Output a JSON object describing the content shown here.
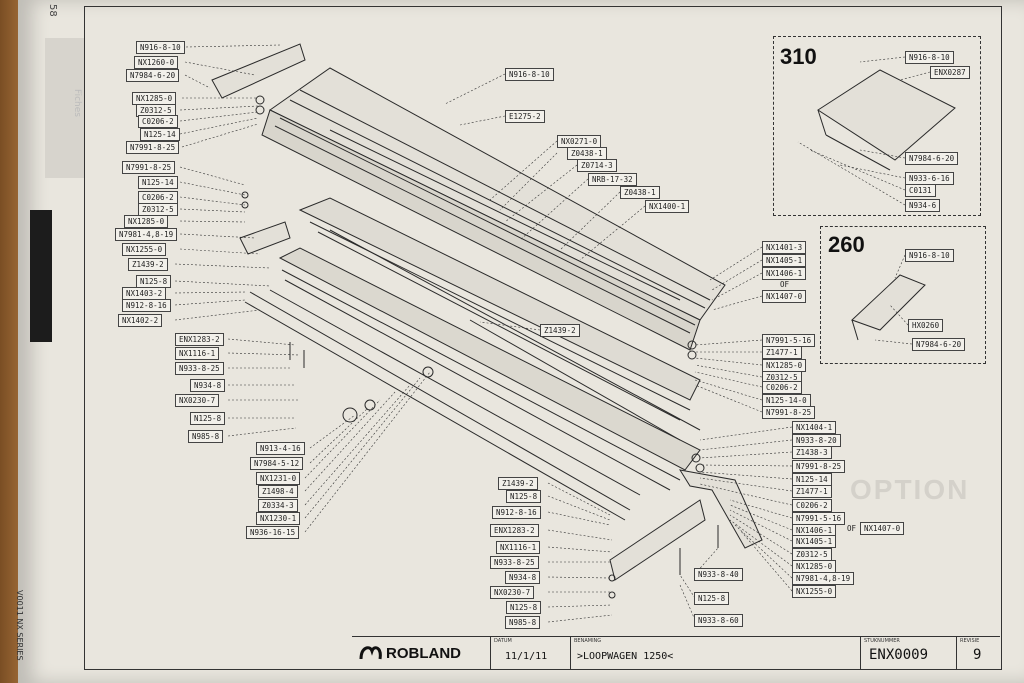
{
  "page": {
    "number": "58",
    "tab_text": "Fiches",
    "side_text": "V0011 NX SERIES"
  },
  "inset_boxes": [
    {
      "number": "310",
      "labels": [
        "N916-8-10",
        "ENX0287",
        "N7984-6-20",
        "N933-6-16",
        "C0131",
        "N934-6"
      ]
    },
    {
      "number": "260",
      "labels": [
        "N916-8-10",
        "HX0260",
        "N7984-6-20"
      ]
    }
  ],
  "labels_left": [
    "N916-8-10",
    "NX1260-0",
    "N7984-6-20",
    "NX1285-0",
    "Z0312-5",
    "C0206-2",
    "N125-14",
    "N7991-8-25",
    "N7991-8-25",
    "N125-14",
    "C0206-2",
    "Z0312-5",
    "NX1285-0",
    "N7981-4,8-19",
    "NX1255-0",
    "Z1439-2",
    "N125-8",
    "NX1403-2",
    "N912-8-16",
    "NX1402-2"
  ],
  "labels_center_top": [
    "N916-8-10",
    "E1275-2",
    "NX0271-0",
    "Z0438-1",
    "Z0714-3",
    "NRB-17-32",
    "Z0438-1",
    "NX1400-1"
  ],
  "labels_left_lower": [
    "ENX1283-2",
    "NX1116-1",
    "N933-8-25",
    "N934-8",
    "NX0230-7",
    "N125-8",
    "N985-8"
  ],
  "labels_center_low": [
    "N913-4-16",
    "N7984-5-12",
    "NX1231-0",
    "Z1498-4",
    "Z0334-3",
    "NX1230-1",
    "N936-16-15"
  ],
  "labels_mid": [
    "Z1439-2"
  ],
  "labels_bottom_center": [
    "Z1439-2",
    "N125-8",
    "N912-8-16",
    "ENX1283-2",
    "NX1116-1",
    "N933-8-25",
    "N934-8",
    "NX0230-7",
    "N125-8",
    "N985-8"
  ],
  "labels_right_top": [
    "NX1401-3",
    "NX1405-1",
    "NX1406-1",
    "OF",
    "NX1407-0"
  ],
  "labels_right_mid": [
    "N7991-5-16",
    "Z1477-1",
    "NX1285-0",
    "Z0312-5",
    "C0206-2",
    "N125-14-0",
    "N7991-8-25"
  ],
  "labels_right_low": [
    "NX1404-1",
    "N933-8-20",
    "Z1438-3",
    "N7991-8-25",
    "N125-14",
    "Z1477-1",
    "C0206-2",
    "N7991-5-16",
    "NX1406-1",
    "NX1405-1",
    "Z0312-5",
    "NX1285-0",
    "N7981-4,8-19",
    "NX1255-0"
  ],
  "or_text": "OF",
  "or_label": "NX1407-0",
  "labels_bottom_right": [
    "N933-8-40",
    "N125-8",
    "N933-8-60"
  ],
  "option_text": "OPTION",
  "title_block": {
    "logo": "ROBLAND",
    "datum_label": "DATUM",
    "datum": "11/1/11",
    "benaming_label": "BENAMING",
    "benaming": ">LOOPWAGEN 1250<",
    "stuknummer_label": "STUKNUMMER",
    "stuknummer": "ENX0009",
    "revisie_label": "REVISIE",
    "revisie": "9"
  }
}
